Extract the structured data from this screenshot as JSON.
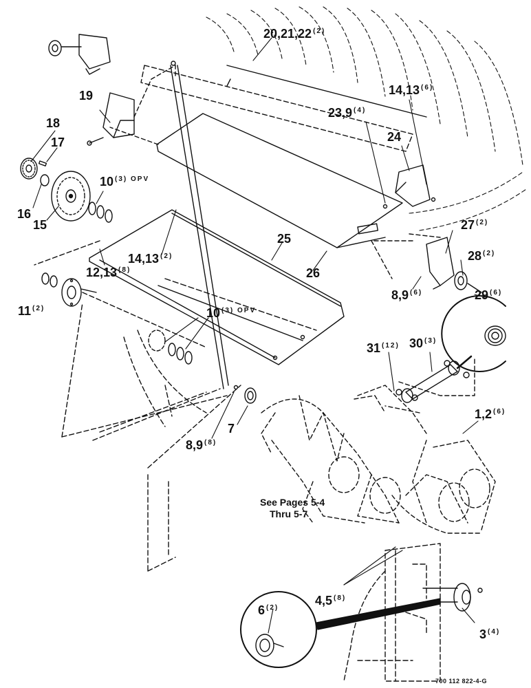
{
  "callouts": [
    {
      "id": "c1",
      "text": "20,21,22",
      "qty": "(2)"
    },
    {
      "id": "c2",
      "text": "14,13",
      "qty": "(6)"
    },
    {
      "id": "c3",
      "text": "19",
      "qty": ""
    },
    {
      "id": "c4",
      "text": "18",
      "qty": ""
    },
    {
      "id": "c5",
      "text": "17",
      "qty": ""
    },
    {
      "id": "c6",
      "text": "23,9",
      "qty": "(4)"
    },
    {
      "id": "c7",
      "text": "24",
      "qty": ""
    },
    {
      "id": "c8",
      "text": "10",
      "qty": "(3) OPV"
    },
    {
      "id": "c9",
      "text": "16",
      "qty": ""
    },
    {
      "id": "c10",
      "text": "15",
      "qty": ""
    },
    {
      "id": "c11",
      "text": "27",
      "qty": "(2)"
    },
    {
      "id": "c12",
      "text": "25",
      "qty": ""
    },
    {
      "id": "c13",
      "text": "14,13",
      "qty": "(2)"
    },
    {
      "id": "c14",
      "text": "28",
      "qty": "(2)"
    },
    {
      "id": "c15",
      "text": "12,13",
      "qty": "(8)"
    },
    {
      "id": "c16",
      "text": "26",
      "qty": ""
    },
    {
      "id": "c17",
      "text": "8,9",
      "qty": "(6)"
    },
    {
      "id": "c18",
      "text": "29",
      "qty": "(6)"
    },
    {
      "id": "c19",
      "text": "11",
      "qty": "(2)"
    },
    {
      "id": "c20",
      "text": "10",
      "qty": "(3) OPV"
    },
    {
      "id": "c21",
      "text": "31",
      "qty": "(12)"
    },
    {
      "id": "c22",
      "text": "30",
      "qty": "(3)"
    },
    {
      "id": "c23",
      "text": "1,2",
      "qty": "(6)"
    },
    {
      "id": "c24",
      "text": "7",
      "qty": ""
    },
    {
      "id": "c25",
      "text": "8,9",
      "qty": "(8)"
    },
    {
      "id": "c26",
      "text": "4,5",
      "qty": "(8)"
    },
    {
      "id": "c27",
      "text": "6",
      "qty": "(2)"
    },
    {
      "id": "c28",
      "text": "3",
      "qty": "(4)"
    }
  ],
  "reference_note": {
    "line1": "See Pages 5-4",
    "line2": "Thru 5-7"
  },
  "figure_code": "700 112 822-4-G",
  "colors": {
    "ink": "#111111",
    "paper": "#ffffff"
  }
}
